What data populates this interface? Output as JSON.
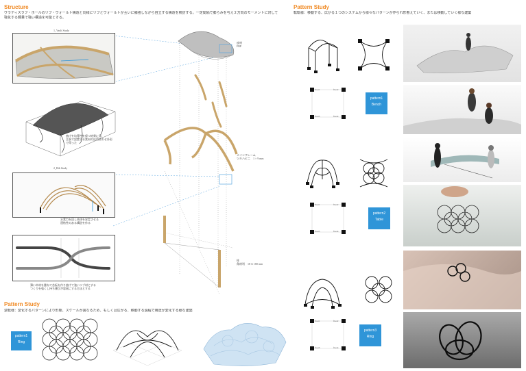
{
  "left": {
    "structure_heading": "Structure",
    "structure_desc_line1": "ヴラディスラフ・ホールのリブ・ヴォールト構造と同様にリブとヴォールトが互いに補強しながら自立する構造を検討する。一定間隔で膨らみを与え２方向のモーメントに対して",
    "structure_desc_line2": "強化する軽量で強い構造を可能とする。",
    "vault_study_label": "1_Vault Study",
    "rib_study_label": "2_Rib Study",
    "vault_note_line1": "曲げを均等性を保つ結果に見、",
    "vault_note_line2": "主張で設置する素材の応用合わせ外形で得った",
    "vault_note_line3": "",
    "rib_note_line1": "水素力を回し合体を安定させる",
    "rib_note_line2": "連結性のある構造を作る",
    "bottom_note_line1": "薄い木材を重ねて合板を作り曲げて強いリブ材とする",
    "bottom_note_line2": "つくりを強くし持ち運びが容易にする方法とする",
    "skin_label_1": "皮材",
    "skin_label_2": "FRP",
    "frame_label_1": "メインフレーム",
    "frame_label_2": "ツキハビニ　1 × 9 mm",
    "pillar_label_1": "柱",
    "pillar_label_2": "角材利　18 X 180 mm"
  },
  "pattern_left": {
    "heading": "Pattern Study",
    "desc": "逆転様：変化するパターンにより形態、スケールが異なるため、もしくは広がる、移動する過程で用途が変化する様な建築",
    "button_line1": "pattern1",
    "button_line2": "Ring"
  },
  "pattern_right": {
    "heading": "Pattern Study",
    "desc": "転転様：移動する、広がる１つのシステムから様々なパターンが作られ形態えていく、または移動していく様な建築",
    "row1": {
      "title": "pattern1",
      "sub": "Bench",
      "node_tl": "floor1",
      "node_tr": "floor2",
      "node_bl": "floor3",
      "node_br": "floor4"
    },
    "row2": {
      "title": "pattern2",
      "sub": "Table",
      "node_tl": "floor1",
      "node_tr": "floor2",
      "node_bl": "floor3",
      "node_br": "floor4"
    },
    "row3": {
      "title": "pattern3",
      "sub": "Ring",
      "node_tl": "floor1",
      "node_tr": "floor2",
      "node_bl": "floor3",
      "node_br": "floor4"
    }
  },
  "colors": {
    "accent": "#f08a24",
    "button_blue": "#2f95d8",
    "timber": "#c9a56a",
    "guide_blue": "#5aa6e0"
  }
}
